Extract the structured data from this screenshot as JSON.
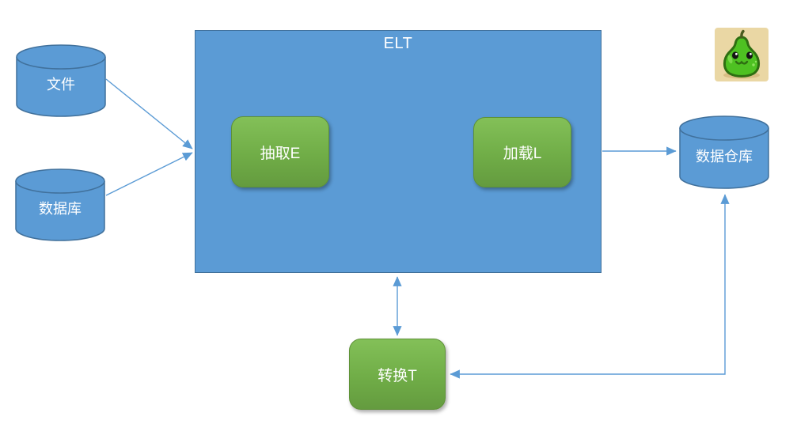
{
  "diagram": {
    "title": "ELT",
    "nodes": {
      "file": {
        "label": "文件",
        "shape": "cylinder"
      },
      "database": {
        "label": "数据库",
        "shape": "cylinder"
      },
      "elt": {
        "label": "ELT",
        "shape": "rectangle"
      },
      "extract": {
        "label": "抽取E",
        "shape": "rounded-rectangle"
      },
      "load": {
        "label": "加载L",
        "shape": "rounded-rectangle"
      },
      "warehouse": {
        "label": "数据仓库",
        "shape": "cylinder"
      },
      "transform": {
        "label": "转换T",
        "shape": "rounded-rectangle"
      }
    },
    "edges": [
      {
        "from": "file",
        "to": "elt",
        "style": "arrow"
      },
      {
        "from": "database",
        "to": "elt",
        "style": "arrow"
      },
      {
        "from": "elt",
        "to": "warehouse",
        "style": "arrow"
      },
      {
        "from": "elt",
        "to": "transform",
        "style": "double-arrow"
      },
      {
        "from": "warehouse",
        "to": "transform",
        "style": "double-arrow"
      }
    ],
    "colors": {
      "node_blue": "#5B9BD5",
      "node_blue_border": "#41719C",
      "node_green": "#70AD47",
      "arrow": "#5B9BD5",
      "label_text": "#FFFFFF",
      "pear_background": "#EAD7A4",
      "pear_green": "#4EC122"
    },
    "mascot": "pear-face"
  }
}
